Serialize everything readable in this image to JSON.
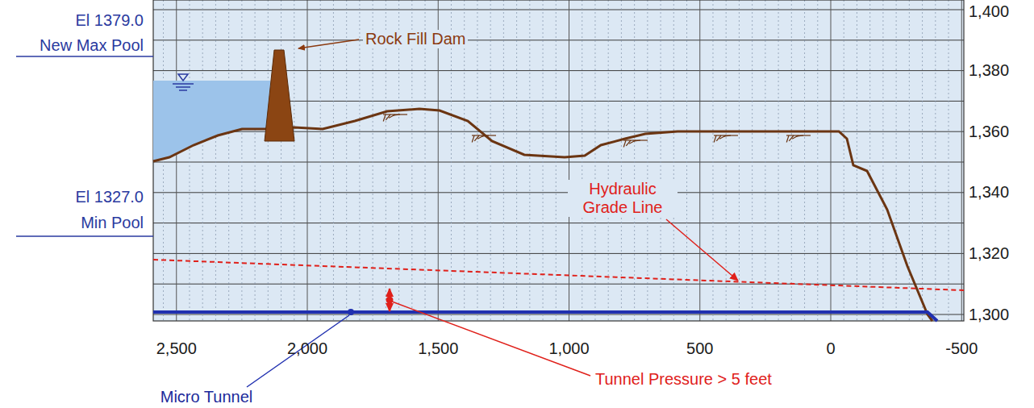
{
  "diagram": {
    "labels": [
      "El 1379.0",
      "New Max Pool",
      "El 1327.0",
      "Min Pool",
      "Rock Fill Dam",
      "Hydraulic Grade Line",
      "Tunnel Pressure > 5 feet",
      "Micro Tunnel",
      "2,500",
      "2,000",
      "1,500",
      "1,000",
      "500",
      "0",
      "-500",
      "1,400",
      "1,380",
      "1,360",
      "1,340",
      "1,320",
      "1,300"
    ]
  }
}
